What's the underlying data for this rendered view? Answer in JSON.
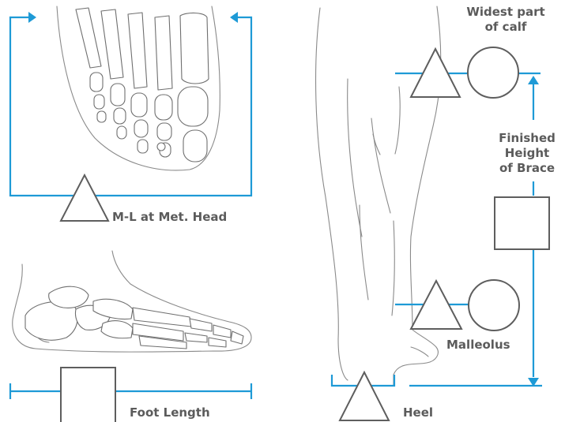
{
  "colors": {
    "measure_line": "#1e9ad6",
    "symbol_stroke": "#5e5e5e",
    "label_text": "#5b5b5b",
    "sketch_stroke": "#8a8a8a"
  },
  "labels": {
    "ml_met_head": "M-L at Met. Head",
    "foot_length": "Foot Length",
    "widest_calf_line1": "Widest part",
    "widest_calf_line2": "of calf",
    "finished_height_line1": "Finished",
    "finished_height_line2": "Height",
    "finished_height_line3": "of Brace",
    "malleolus": "Malleolus",
    "heel": "Heel"
  },
  "symbols": [
    "triangle",
    "square",
    "circle"
  ]
}
